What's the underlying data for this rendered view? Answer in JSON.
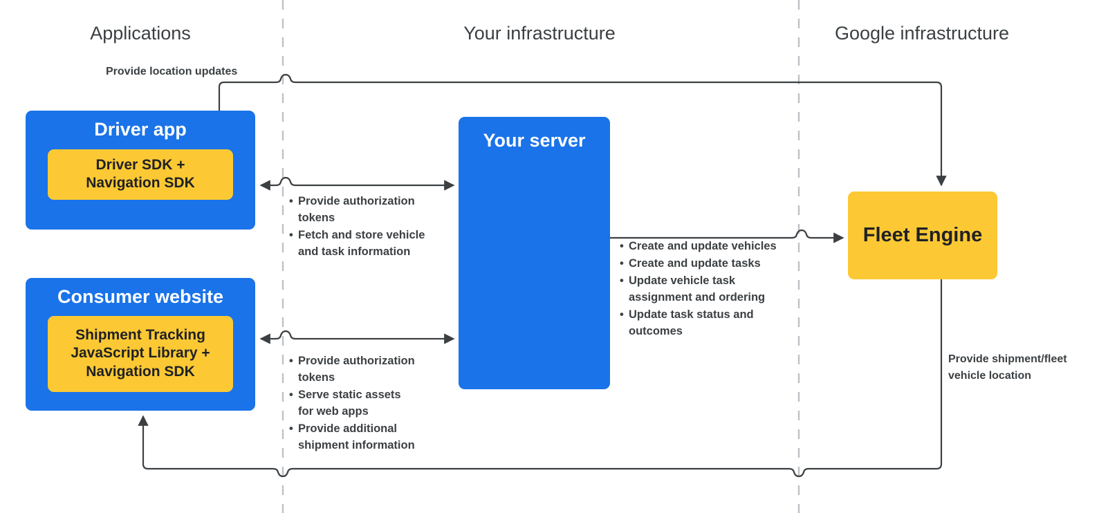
{
  "columns": [
    {
      "label": "Applications"
    },
    {
      "label": "Your infrastructure"
    },
    {
      "label": "Google infrastructure"
    }
  ],
  "nodes": {
    "driver_app": {
      "title": "Driver app",
      "sdk": "Driver SDK +\nNavigation SDK",
      "sdk_line1": "Driver SDK +",
      "sdk_line2": "Navigation SDK"
    },
    "consumer_website": {
      "title": "Consumer website",
      "sdk_line1": "Shipment Tracking",
      "sdk_line2": "JavaScript Library  +",
      "sdk_line3": "Navigation SDK"
    },
    "your_server": {
      "title": "Your server"
    },
    "fleet_engine": {
      "title": "Fleet Engine"
    }
  },
  "edges": {
    "location_updates": {
      "label": "Provide location updates"
    },
    "driver_server": {
      "bullets": [
        [
          "Provide authorization",
          "tokens"
        ],
        [
          "Fetch and store vehicle",
          "and task information"
        ]
      ]
    },
    "consumer_server": {
      "bullets": [
        [
          "Provide authorization",
          "tokens"
        ],
        [
          "Serve static assets",
          "for web apps"
        ],
        [
          "Provide additional",
          "shipment information"
        ]
      ]
    },
    "server_fleet": {
      "bullets": [
        [
          "Create and update vehicles"
        ],
        [
          "Create and update tasks"
        ],
        [
          "Update vehicle task",
          "assignment and ordering"
        ],
        [
          "Update task status and",
          "outcomes"
        ]
      ]
    },
    "fleet_consumer": {
      "label_line1": "Provide shipment/fleet",
      "label_line2": "vehicle location"
    }
  },
  "colors": {
    "blue": "#1a73e8",
    "yellow": "#fcc934",
    "text_dark": "#202124",
    "heading": "#3c4043",
    "wire": "#3c4043",
    "divider": "#bdc1c6"
  }
}
